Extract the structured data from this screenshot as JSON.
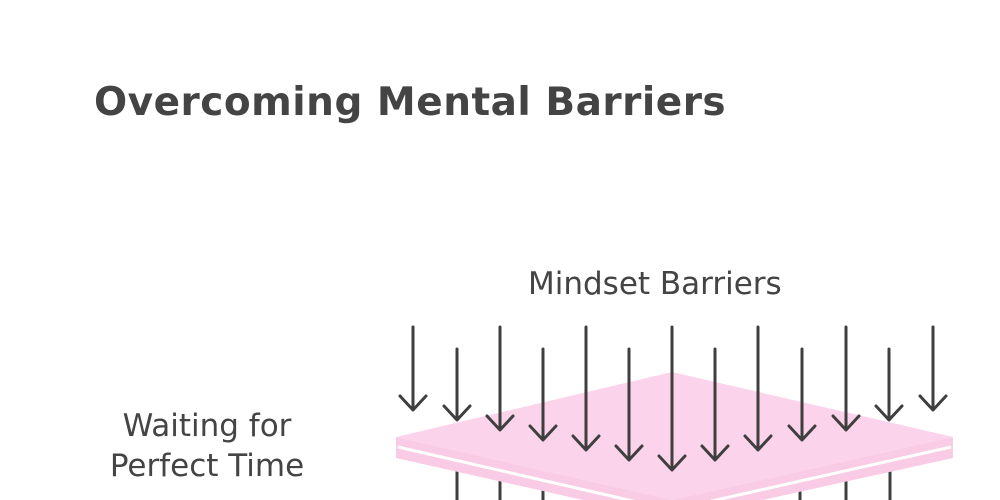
{
  "title": "Overcoming Mental Barriers",
  "labels": {
    "top": "Mindset Barriers",
    "left_line1": "Waiting for",
    "left_line2": "Perfect Time"
  },
  "colors": {
    "text": "#444444",
    "arrow": "#3f3f3f",
    "slab_fill": "#fbd3ea",
    "slab_edge": "#ffffff"
  }
}
